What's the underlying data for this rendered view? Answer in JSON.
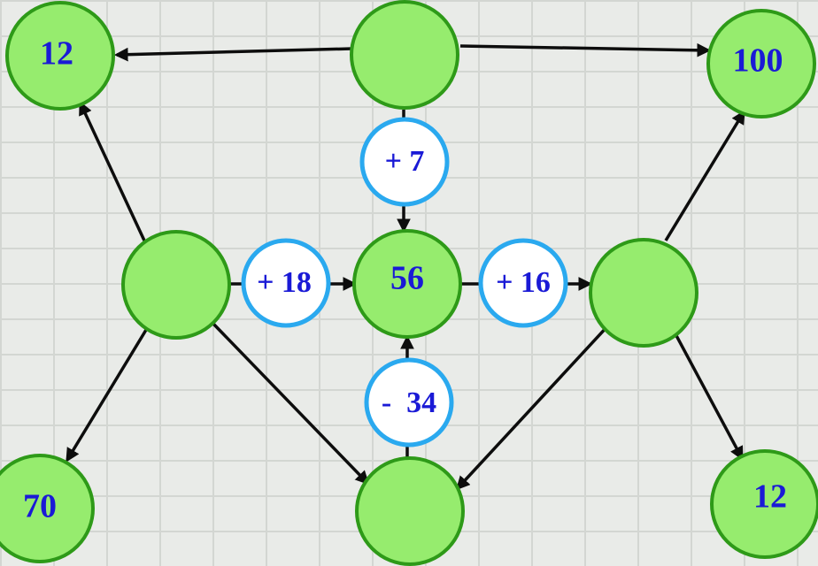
{
  "nodes": {
    "top_left": "12",
    "top_center": "",
    "top_right": "100",
    "mid_left": "",
    "center": "56",
    "mid_right": "",
    "bottom_left": "70",
    "bottom_center": "",
    "bottom_right": "12"
  },
  "operations": {
    "top": "+ 7",
    "left": "+ 18",
    "right": "+ 16",
    "bottom": "-  34"
  },
  "colors": {
    "node_fill": "#96ec6e",
    "node_border": "#2e9a18",
    "op_fill": "#ffffff",
    "op_border": "#2aa9ef",
    "text": "#1a1ad6",
    "arrow": "#0d0d0d"
  }
}
